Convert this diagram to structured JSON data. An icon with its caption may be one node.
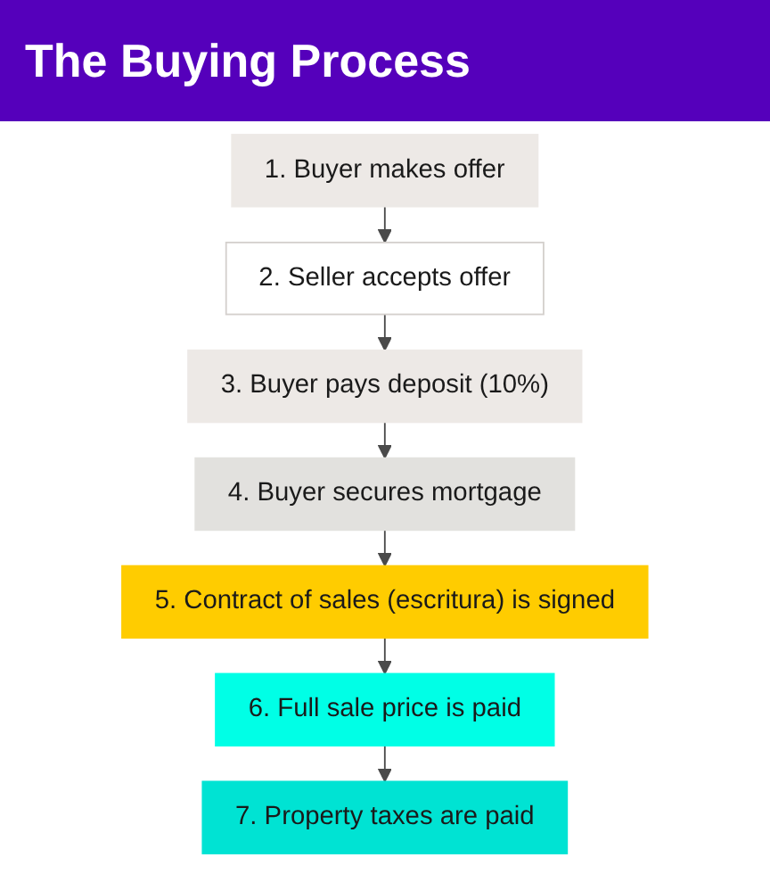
{
  "diagram": {
    "title": "The Buying Process",
    "nodes": [
      {
        "text": [
          "1. Buyer makes offer"
        ]
      },
      {
        "text": [
          "2. Seller accepts offer"
        ]
      },
      {
        "text": [
          "3. Buyer pays deposit (10%)"
        ]
      },
      {
        "text": [
          "4. Buyer secures mortgage"
        ]
      },
      {
        "text": [
          "5. Contract of sales (escritura) is signed"
        ]
      },
      {
        "text": [
          "6. Full sale price is paid"
        ]
      },
      {
        "text": [
          "7. Property taxes are paid"
        ]
      }
    ],
    "edges": [
      {
        "from": 0,
        "to": 1,
        "arrow": "to"
      },
      {
        "from": 1,
        "to": 2,
        "arrow": "to"
      },
      {
        "from": 2,
        "to": 3,
        "arrow": "to"
      },
      {
        "from": 3,
        "to": 4,
        "arrow": "to"
      },
      {
        "from": 4,
        "to": 5,
        "arrow": "to"
      },
      {
        "from": 5,
        "to": 6,
        "arrow": "to"
      }
    ]
  }
}
